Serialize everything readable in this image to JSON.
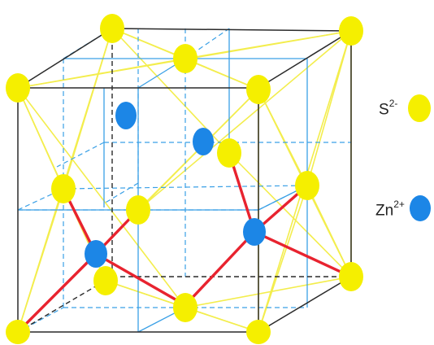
{
  "legend": {
    "items": [
      {
        "ion": "S",
        "charge": "2-",
        "color": "#f5ef00"
      },
      {
        "ion": "Zn",
        "charge": "2+",
        "color": "#1c86e6"
      }
    ]
  },
  "colors": {
    "sulfide": "#f5ef00",
    "zinc": "#1c86e6",
    "bond": "#e8232f",
    "cube_edge": "#2a2a2a",
    "inner_grid": "#3aa0e6",
    "face_diagonal": "#f2ec3a"
  }
}
